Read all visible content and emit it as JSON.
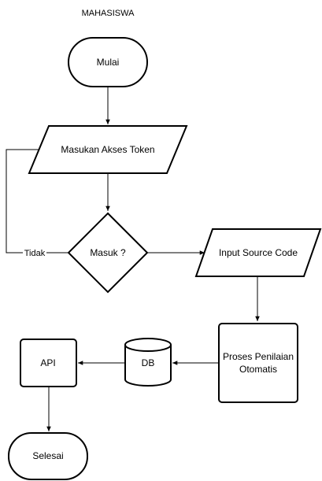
{
  "diagram": {
    "title": "MAHASISWA",
    "nodes": {
      "mulai": "Mulai",
      "akses_token": "Masukan Akses Token",
      "masuk": "Masuk ?",
      "input_source": "Input Source Code",
      "proses_line1": "Proses Penilaian",
      "proses_line2": "Otomatis",
      "db": "DB",
      "api": "API",
      "selesai": "Selesai"
    },
    "edges": {
      "tidak": "Tidak"
    }
  }
}
